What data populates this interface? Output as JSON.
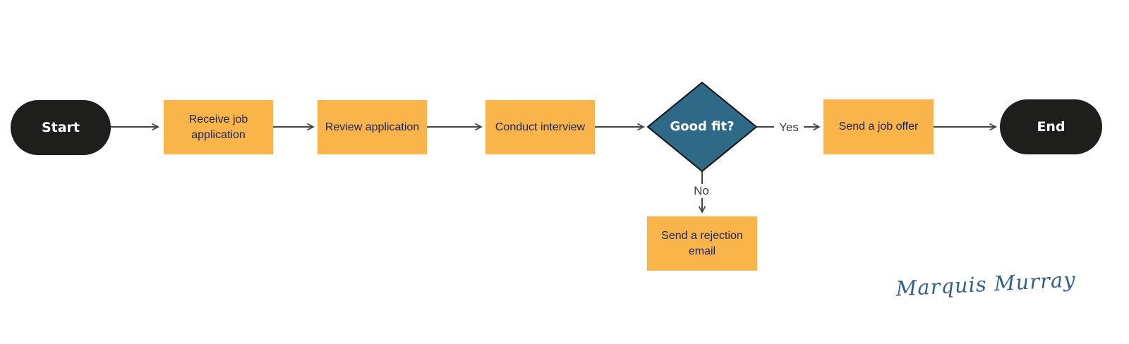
{
  "flowchart": {
    "nodes": [
      {
        "id": "start",
        "type": "terminator",
        "label": "Start"
      },
      {
        "id": "receive-application",
        "type": "process",
        "label": "Receive job application"
      },
      {
        "id": "review-application",
        "type": "process",
        "label": "Review application"
      },
      {
        "id": "conduct-interview",
        "type": "process",
        "label": "Conduct interview"
      },
      {
        "id": "good-fit",
        "type": "decision",
        "label": "Good fit?"
      },
      {
        "id": "send-job-offer",
        "type": "process",
        "label": "Send a job offer"
      },
      {
        "id": "end",
        "type": "terminator",
        "label": "End"
      },
      {
        "id": "send-rejection-email",
        "type": "process",
        "label": "Send a rejection email"
      }
    ],
    "edges": [
      {
        "from": "start",
        "to": "receive-application",
        "label": ""
      },
      {
        "from": "receive-application",
        "to": "review-application",
        "label": ""
      },
      {
        "from": "review-application",
        "to": "conduct-interview",
        "label": ""
      },
      {
        "from": "conduct-interview",
        "to": "good-fit",
        "label": ""
      },
      {
        "from": "good-fit",
        "to": "send-job-offer",
        "label": "Yes"
      },
      {
        "from": "send-job-offer",
        "to": "end",
        "label": ""
      },
      {
        "from": "good-fit",
        "to": "send-rejection-email",
        "label": "No"
      }
    ],
    "signature": "Marquis Murray",
    "colors": {
      "process_fill": "#F9B54A",
      "process_text": "#1E2258",
      "decision_fill": "#2E6A87",
      "decision_border": "#111111",
      "decision_text": "#FFFFFF",
      "terminator_fill": "#1E1E1C",
      "terminator_text": "#FFFFFF",
      "connector": "#444444",
      "edge_label_text": "#3D3D3D",
      "signature_ink": "#336087",
      "background": "#FFFFFF"
    }
  }
}
